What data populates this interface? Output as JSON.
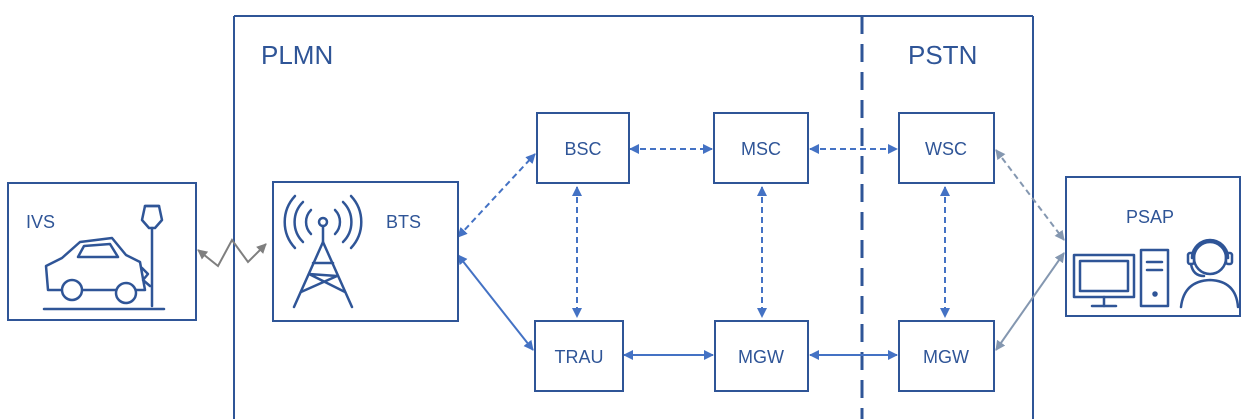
{
  "regions": {
    "plmn": "PLMN",
    "pstn": "PSTN"
  },
  "nodes": {
    "ivs": "IVS",
    "bts": "BTS",
    "bsc": "BSC",
    "msc": "MSC",
    "wsc": "WSC",
    "trau": "TRAU",
    "mgw1": "MGW",
    "mgw2": "MGW",
    "psap": "PSAP"
  },
  "icons": {
    "ivs": "car-crash-icon",
    "bts": "cell-tower-icon",
    "psap": "operator-workstation-icon"
  },
  "colors": {
    "primary": "#2f5597",
    "link": "#4472c4",
    "psap_link": "#8497b0",
    "radio_link": "#7f7f7f"
  }
}
